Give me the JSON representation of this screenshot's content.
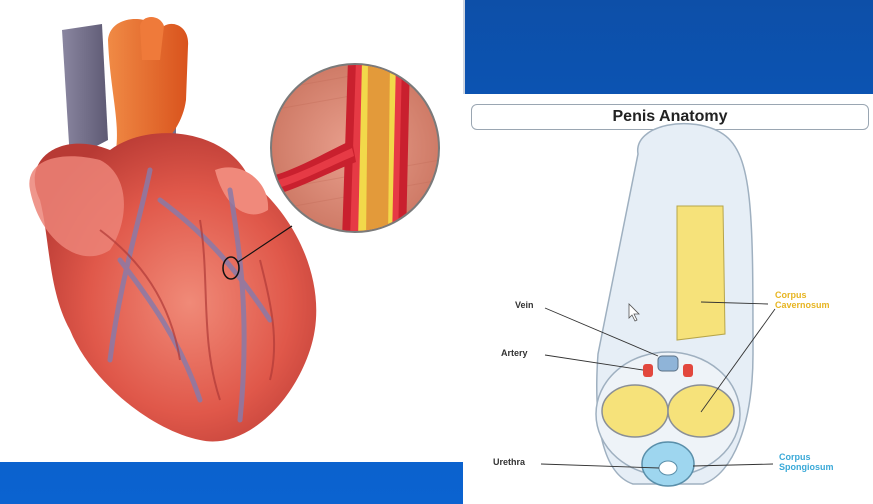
{
  "right_panel": {
    "title": "Penis Anatomy",
    "labels": {
      "vein": "Vein",
      "artery": "Artery",
      "urethra": "Urethra",
      "corpus_cavernosum_1": "Corpus",
      "corpus_cavernosum_2": "Cavernosum",
      "corpus_spongiosum_1": "Corpus",
      "corpus_spongiosum_2": "Spongiosum"
    }
  },
  "colors": {
    "background_blue": "#0b57b8",
    "heart_red": "#e0584a",
    "aorta_orange": "#e8662b",
    "vein_purple": "#6f6a86",
    "plaque_yellow": "#f2d94a",
    "cavernosum_yellow": "#f6e27a",
    "spongiosum_blue": "#9ed6ef"
  },
  "icons": [
    "mouse-pointer-icon"
  ]
}
